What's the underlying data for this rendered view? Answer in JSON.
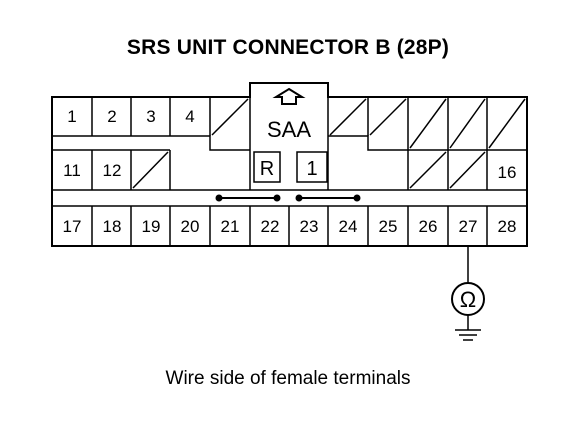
{
  "title": "SRS UNIT CONNECTOR B (28P)",
  "caption": "Wire side of female terminals",
  "connector": {
    "key_label": "SAA",
    "keyway_icon": "arrow-up-outline-icon",
    "key_boxes": [
      "R",
      "1"
    ],
    "row1_pins": [
      "1",
      "2",
      "3",
      "4"
    ],
    "row2_pins": [
      "11",
      "12"
    ],
    "row2_right_pin": "16",
    "row3_pins": [
      "17",
      "18",
      "19",
      "20",
      "21",
      "22",
      "23",
      "24",
      "25",
      "26",
      "27",
      "28"
    ]
  },
  "jumpers": [
    [
      "21",
      "22"
    ],
    [
      "23",
      "24"
    ]
  ],
  "meter": {
    "symbol": "Ω",
    "icon": "ohmmeter-icon",
    "probe_pin": "27",
    "ground_icon": "ground-icon"
  }
}
